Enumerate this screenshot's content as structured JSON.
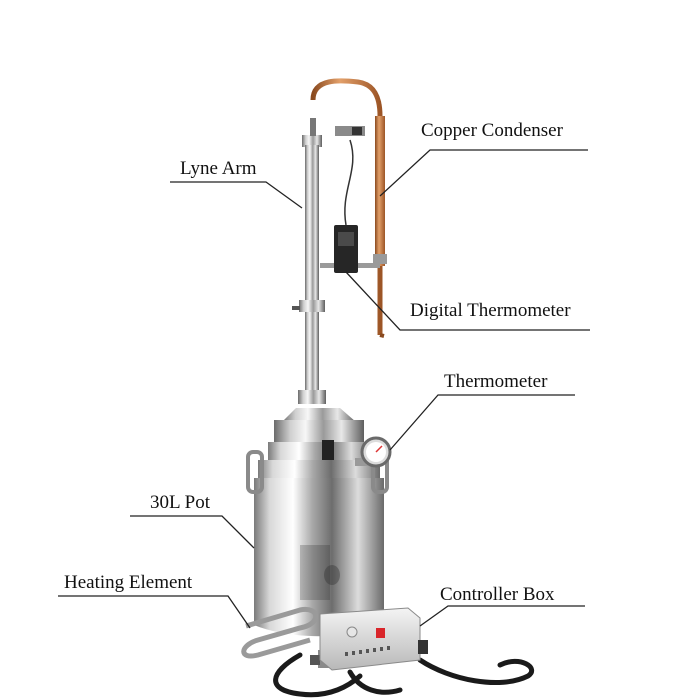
{
  "labels": {
    "copper_condenser": "Copper Condenser",
    "lyne_arm": "Lyne Arm",
    "digital_thermometer": "Digital Thermometer",
    "thermometer": "Thermometer",
    "pot": "30L Pot",
    "heating_element": "Heating Element",
    "controller_box": "Controller Box"
  },
  "colors": {
    "background": "#ffffff",
    "steel_light": "#f2f2f2",
    "steel_mid": "#b9b9b9",
    "steel_dark": "#5a5a5a",
    "copper": "#c8743a",
    "controller_red": "#d9252a",
    "cable": "#1a1a1a",
    "leader_line": "#222222"
  }
}
